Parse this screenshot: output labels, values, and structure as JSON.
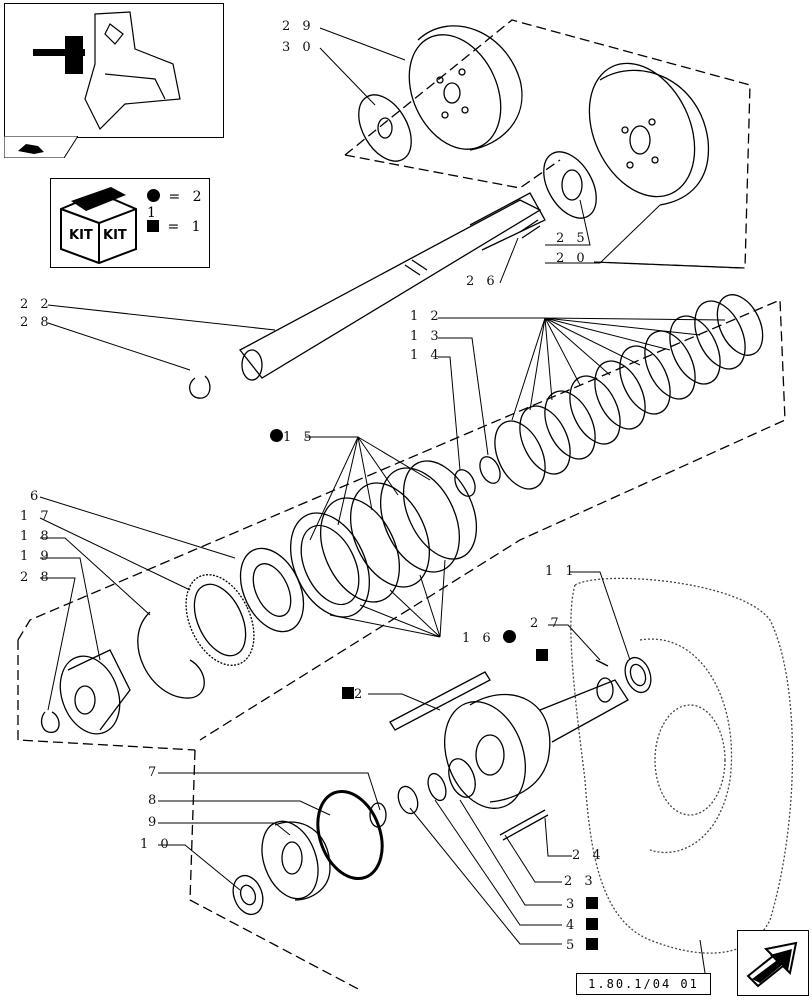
{
  "reference_code": "1.80.1/04 01",
  "kit_legend": {
    "icon_text_left": "KIT",
    "icon_text_right": "KIT",
    "dot_value": "= 2 1",
    "square_value": "= 1"
  },
  "callouts": {
    "c29": "2 9",
    "c30": "3 0",
    "c25": "2 5",
    "c20": "2 0",
    "c26": "2 6",
    "c22": "2 2",
    "c28a": "2 8",
    "c12": "1 2",
    "c13": "1 3",
    "c14": "1 4",
    "c15": "1 5",
    "c6": "6",
    "c17": "1 7",
    "c18": "1 8",
    "c19": "1 9",
    "c28b": "2 8",
    "c11": "1 1",
    "c27": "2 7",
    "c16": "1 6",
    "c2": "2",
    "c7": "7",
    "c8": "8",
    "c9": "9",
    "c10": "1 0",
    "c24": "2 4",
    "c23": "2 3",
    "c3": "3",
    "c4": "4",
    "c5": "5"
  }
}
